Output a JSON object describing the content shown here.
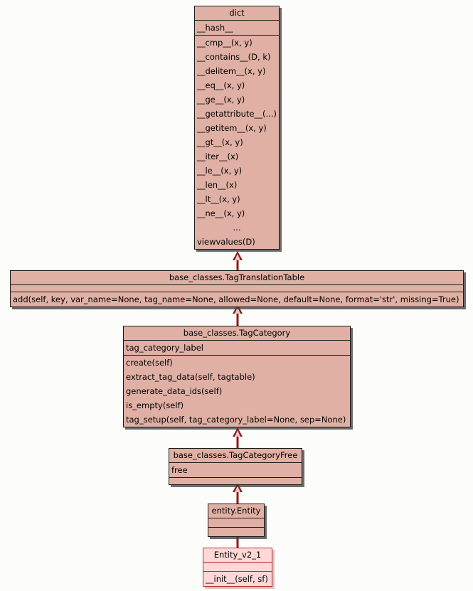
{
  "diagram": {
    "type": "uml-class-diagram",
    "background_color": "#fcfcfa",
    "box_fill_color": "#e0b0a4",
    "highlight_fill_color": "#ffd7d7",
    "border_color": "#1a1a1a",
    "arrow_color": "#8b1a1a"
  },
  "classes": [
    {
      "id": "dict",
      "name": "dict",
      "attributes": [
        "__hash__"
      ],
      "methods": [
        "__cmp__(x, y)",
        "__contains__(D, k)",
        "__delitem__(x, y)",
        "__eq__(x, y)",
        "__ge__(x, y)",
        "__getattribute__(...)",
        "__getitem__(x, y)",
        "__gt__(x, y)",
        "__iter__(x)",
        "__le__(x, y)",
        "__len__(x)",
        "__lt__(x, y)",
        "__ne__(x, y)",
        "...",
        "viewvalues(D)"
      ]
    },
    {
      "id": "tagtranslationtable",
      "name": "base_classes.TagTranslationTable",
      "attributes": [],
      "methods": [
        "add(self, key, var_name=None, tag_name=None, allowed=None, default=None, format='str', missing=True)"
      ]
    },
    {
      "id": "tagcategory",
      "name": "base_classes.TagCategory",
      "attributes": [
        "tag_category_label"
      ],
      "methods": [
        "create(self)",
        "extract_tag_data(self, tagtable)",
        "generate_data_ids(self)",
        "is_empty(self)",
        "tag_setup(self, tag_category_label=None, sep=None)"
      ]
    },
    {
      "id": "tagcategoryfree",
      "name": "base_classes.TagCategoryFree",
      "attributes": [
        "free"
      ],
      "methods": []
    },
    {
      "id": "entity",
      "name": "entity.Entity",
      "attributes": [],
      "methods": []
    },
    {
      "id": "entity_v2_1",
      "name": "Entity_v2_1",
      "attributes": [],
      "methods": [
        "__init__(self, sf)"
      ]
    }
  ],
  "relationships": [
    {
      "from": "tagtranslationtable",
      "to": "dict",
      "kind": "inheritance"
    },
    {
      "from": "tagcategory",
      "to": "tagtranslationtable",
      "kind": "inheritance"
    },
    {
      "from": "tagcategoryfree",
      "to": "tagcategory",
      "kind": "inheritance"
    },
    {
      "from": "entity",
      "to": "tagcategoryfree",
      "kind": "inheritance"
    },
    {
      "from": "entity_v2_1",
      "to": "entity",
      "kind": "inheritance"
    }
  ]
}
